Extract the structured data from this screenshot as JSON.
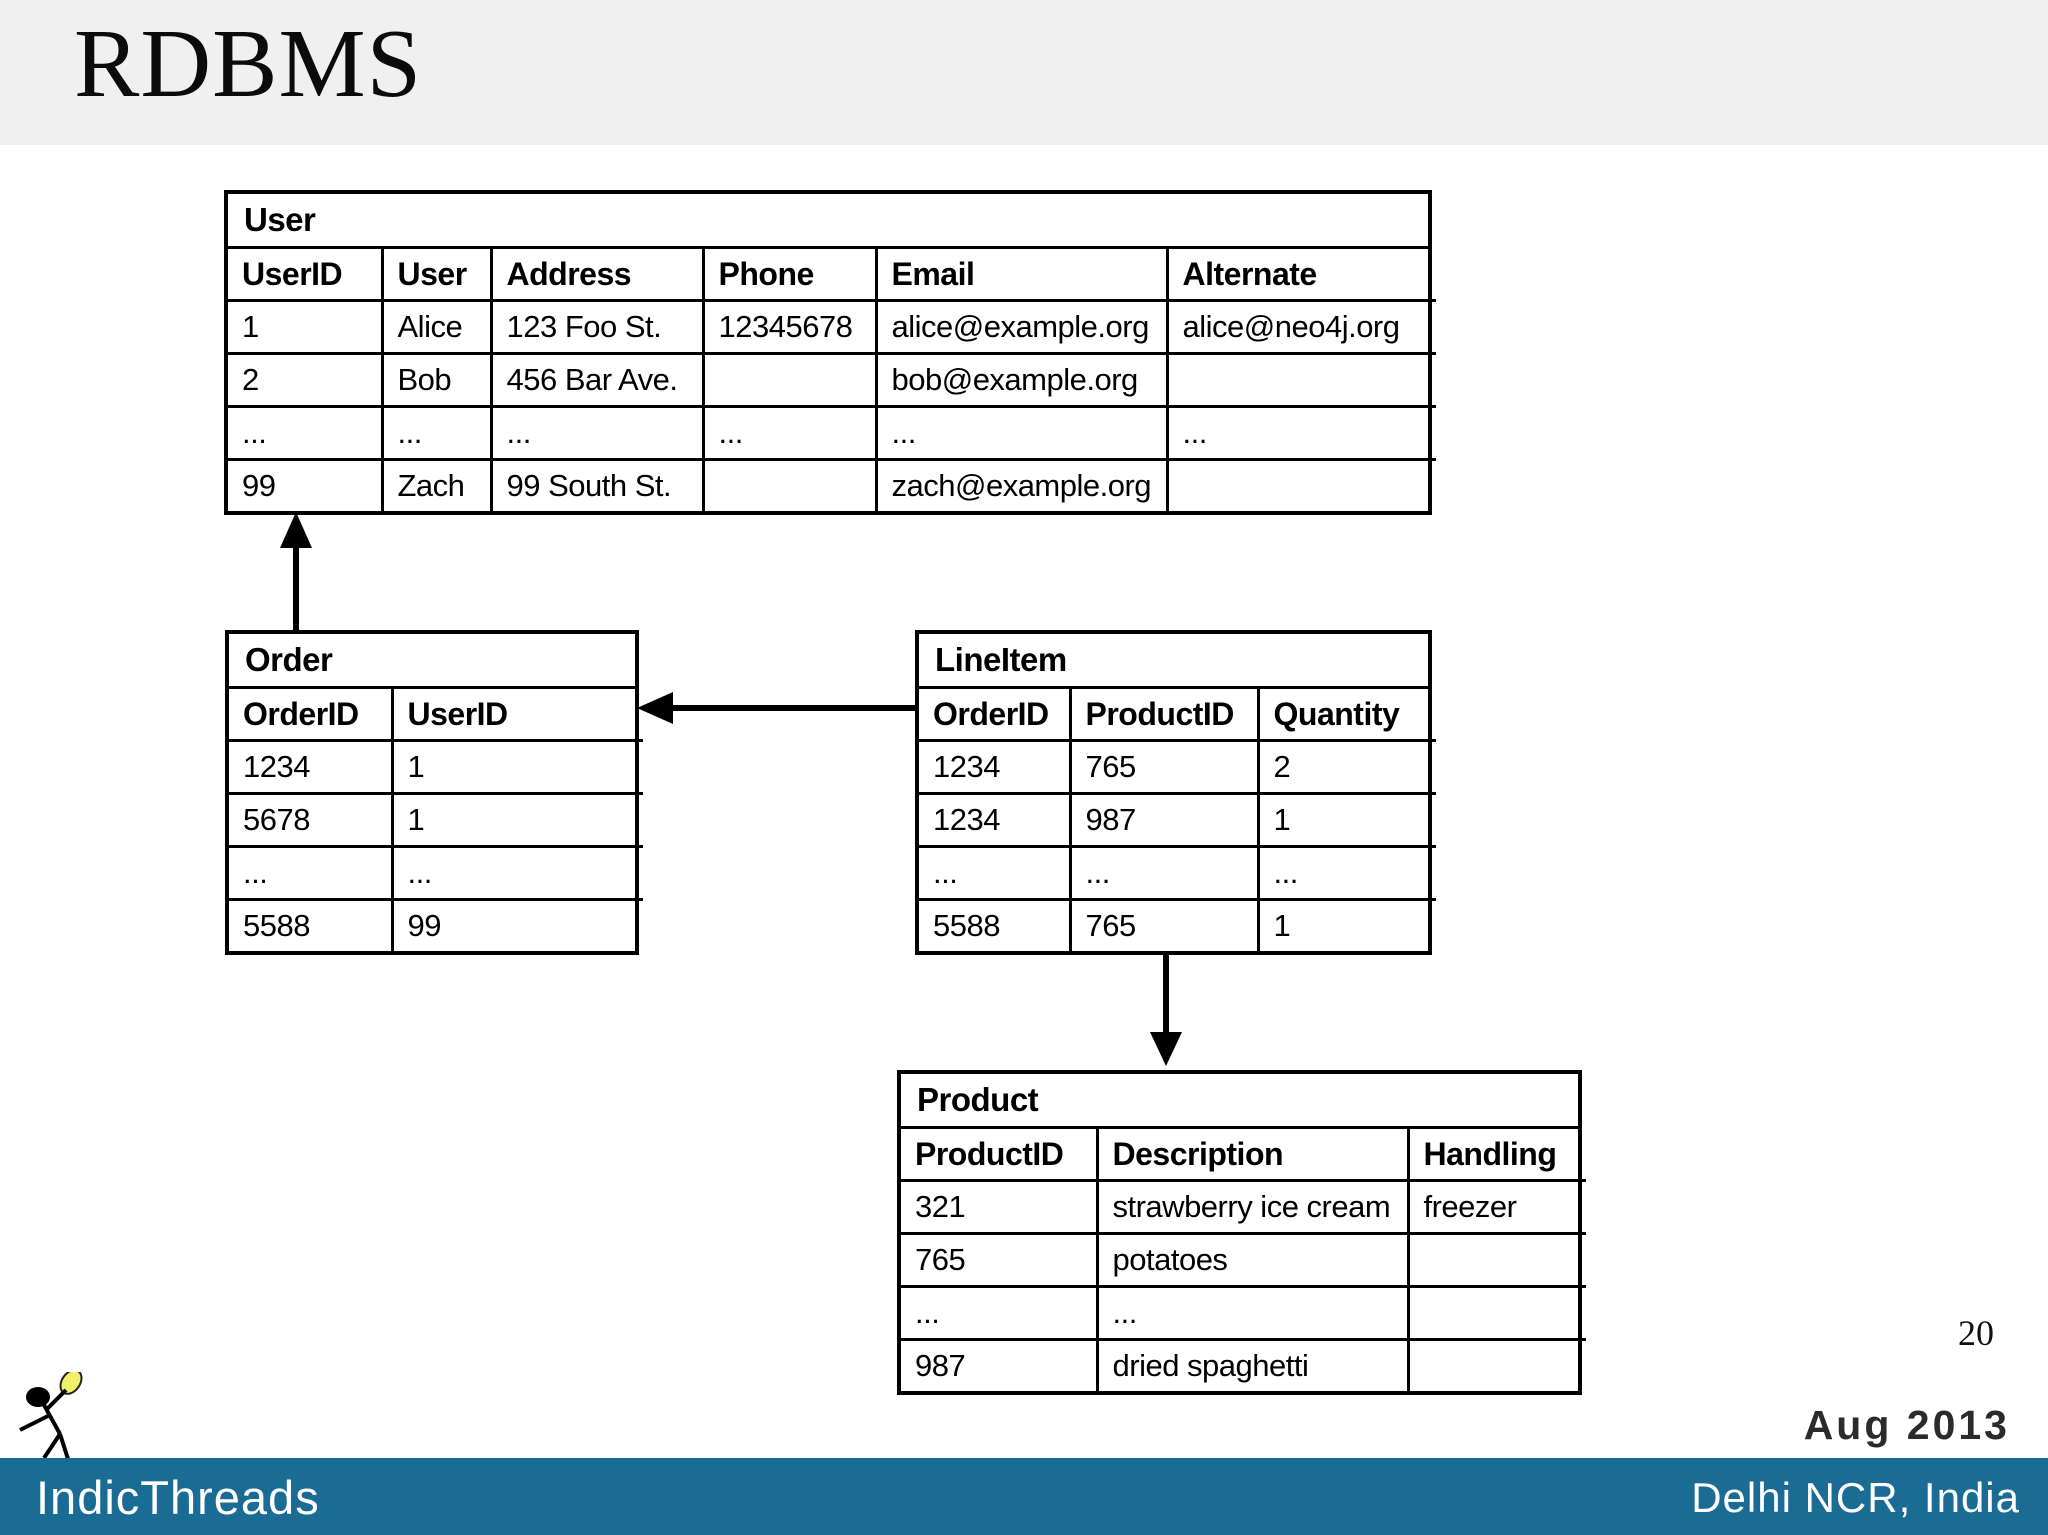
{
  "slide": {
    "title": "RDBMS",
    "page_number": "20",
    "date": "Aug 2013",
    "footer_left": "IndicThreads",
    "footer_right": "Delhi NCR, India"
  },
  "colors": {
    "title_band_bg": "#f0f0f0",
    "footer_bar_bg": "#1a6c94",
    "table_border": "#000000",
    "bulb_yellow": "#f4f06a"
  },
  "tables": {
    "user": {
      "title": "User",
      "columns": [
        "UserID",
        "User",
        "Address",
        "Phone",
        "Email",
        "Alternate"
      ],
      "rows": [
        [
          "1",
          "Alice",
          "123 Foo St.",
          "12345678",
          "alice@example.org",
          "alice@neo4j.org"
        ],
        [
          "2",
          "Bob",
          "456 Bar Ave.",
          "",
          "bob@example.org",
          ""
        ],
        [
          "...",
          "...",
          "...",
          "...",
          "...",
          "..."
        ],
        [
          "99",
          "Zach",
          "99 South St.",
          "",
          "zach@example.org",
          ""
        ]
      ]
    },
    "order": {
      "title": "Order",
      "columns": [
        "OrderID",
        "UserID"
      ],
      "rows": [
        [
          "1234",
          "1"
        ],
        [
          "5678",
          "1"
        ],
        [
          "...",
          "..."
        ],
        [
          "5588",
          "99"
        ]
      ]
    },
    "lineitem": {
      "title": "LineItem",
      "columns": [
        "OrderID",
        "ProductID",
        "Quantity"
      ],
      "rows": [
        [
          "1234",
          "765",
          "2"
        ],
        [
          "1234",
          "987",
          "1"
        ],
        [
          "...",
          "...",
          "..."
        ],
        [
          "5588",
          "765",
          "1"
        ]
      ]
    },
    "product": {
      "title": "Product",
      "columns": [
        "ProductID",
        "Description",
        "Handling"
      ],
      "rows": [
        [
          "321",
          "strawberry ice cream",
          "freezer"
        ],
        [
          "765",
          "potatoes",
          ""
        ],
        [
          "...",
          "...",
          ""
        ],
        [
          "987",
          "dried spaghetti",
          ""
        ]
      ]
    }
  },
  "relationships": [
    {
      "from": "Order",
      "to": "User"
    },
    {
      "from": "LineItem",
      "to": "Order"
    },
    {
      "from": "LineItem",
      "to": "Product"
    }
  ]
}
